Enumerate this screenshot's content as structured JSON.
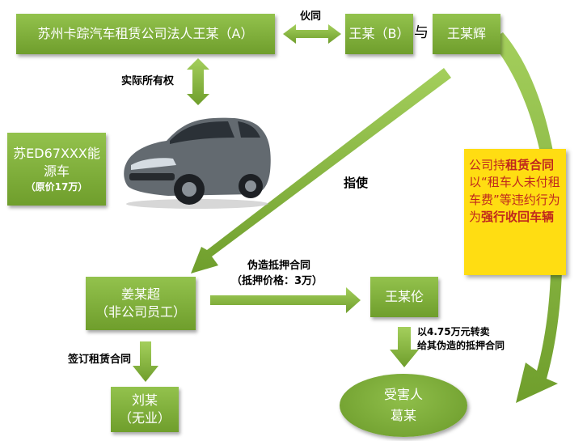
{
  "nodes": {
    "company": "苏州卡踪汽车租赁公司法人王某（A）",
    "wang_b": "王某（B）",
    "with_char": "与",
    "wang_hui": "王某辉",
    "car_line1": "苏ED67XXX能",
    "car_line2": "源车",
    "car_price": "（原价17万）",
    "jiang_name": "姜某超",
    "jiang_role": "（非公司员工）",
    "wang_lun": "王某伦",
    "liu_name": "刘某",
    "liu_role": "（无业）",
    "victim_title": "受害人",
    "victim_name": "葛某"
  },
  "edges": {
    "accomplice": "伙同",
    "ownership": "实际所有权",
    "instigate": "指使",
    "forge_1": "伪造抵押合同",
    "forge_2": "（抵押价格：3万）",
    "sign": "签订租赁合同",
    "resell_1": "以4.75万元转卖",
    "resell_2": "给其伪造的抵押合同"
  },
  "note": {
    "p1": "公司持",
    "p2": "租赁合同",
    "p3": "以“租车人未付租车费”等违约行为为",
    "p4": "强行收回车辆"
  },
  "colors": {
    "box_green": "#7aab33",
    "arrow_green": "#8ab843",
    "note_yellow": "#ffdd12",
    "note_red": "#c0281d"
  }
}
